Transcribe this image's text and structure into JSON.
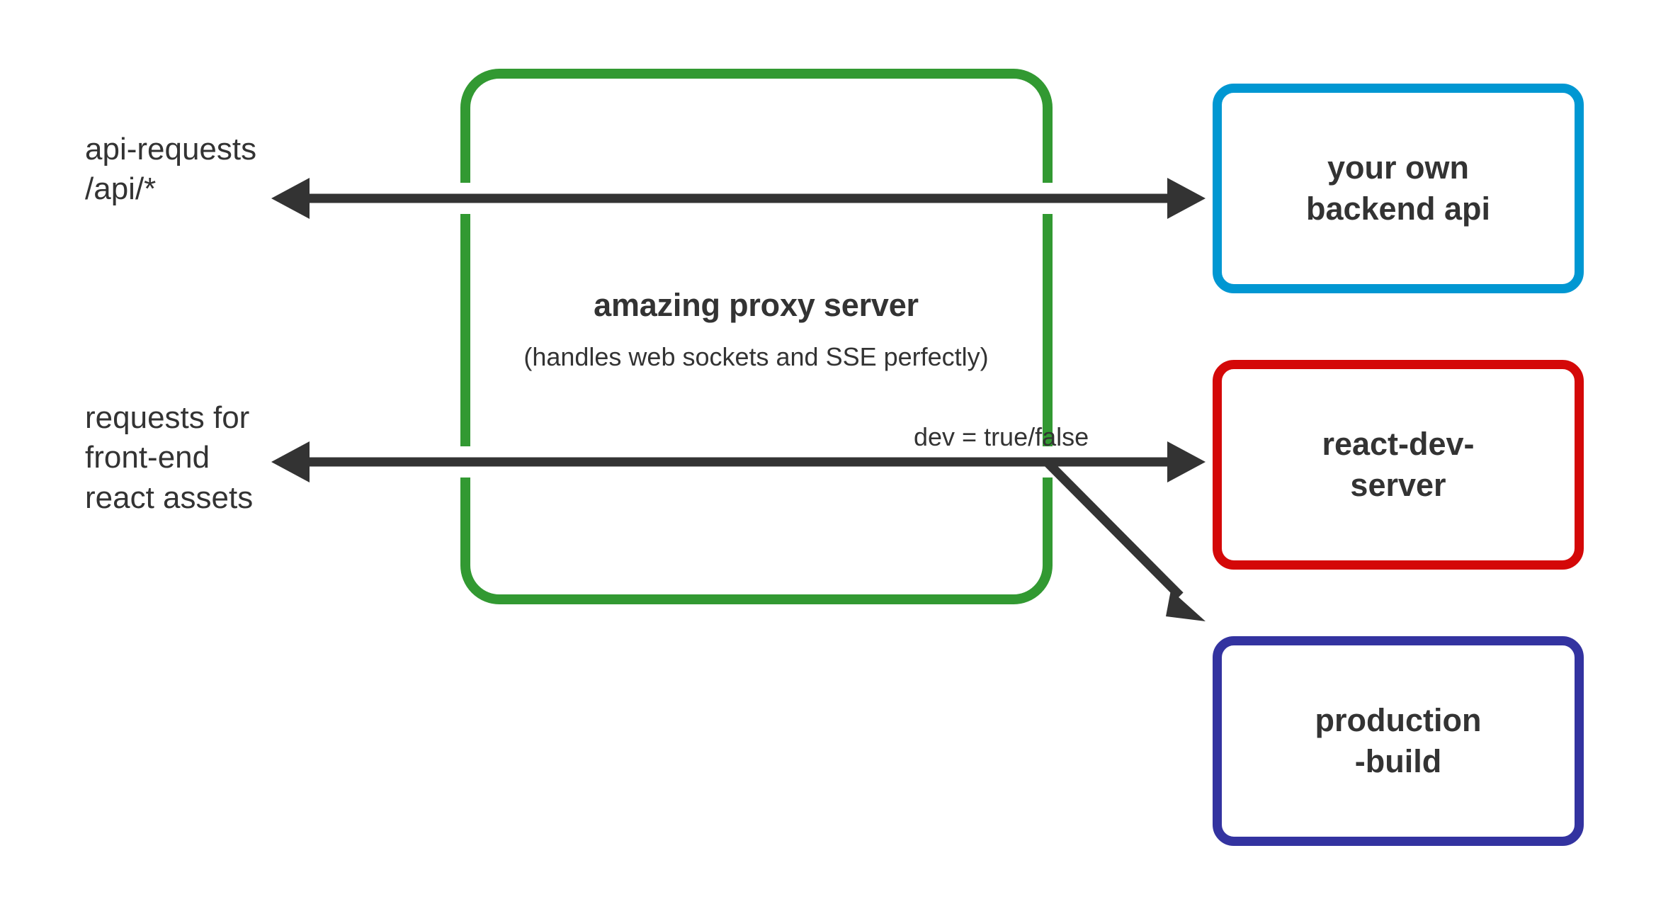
{
  "diagram": {
    "title": "amazing proxy server routing diagram",
    "background": "#ffffff",
    "labels": {
      "api_request": "api-requests\n/api/*",
      "frontend_request": "requests for\nfront-end\nreact assets",
      "proxy_title": "amazing proxy server",
      "proxy_subtitle": "(handles web sockets and SSE perfectly)",
      "dev_flag": "dev = true/false"
    },
    "nodes": [
      {
        "id": "backend",
        "label": "your own\nbackend api",
        "color": "#0097d2"
      },
      {
        "id": "devserver",
        "label": "react-dev-\nserver",
        "color": "#d40808"
      },
      {
        "id": "prodbuild",
        "label": "production\n-build",
        "color": "#3333a0"
      }
    ],
    "connectors": [
      {
        "id": "api-arrow",
        "kind": "double-arrow",
        "from": "api-requests",
        "to": "your own backend api"
      },
      {
        "id": "frontend-arrow",
        "kind": "double-arrow",
        "from": "requests for front-end react assets",
        "to": "react-dev-server"
      },
      {
        "id": "prod-branch",
        "kind": "single-arrow",
        "from": "frontend-arrow",
        "to": "production-build"
      }
    ],
    "proxy_bracket": {
      "shape": "rounded-rectangle-outline",
      "color": "#329932",
      "stroke_width": 14
    },
    "colors": {
      "text": "#333333",
      "arrow": "#333333",
      "proxy_green": "#329932",
      "backend_blue": "#0097d2",
      "devserver_red": "#d40808",
      "prodbuild_indigo": "#3333a0"
    }
  }
}
